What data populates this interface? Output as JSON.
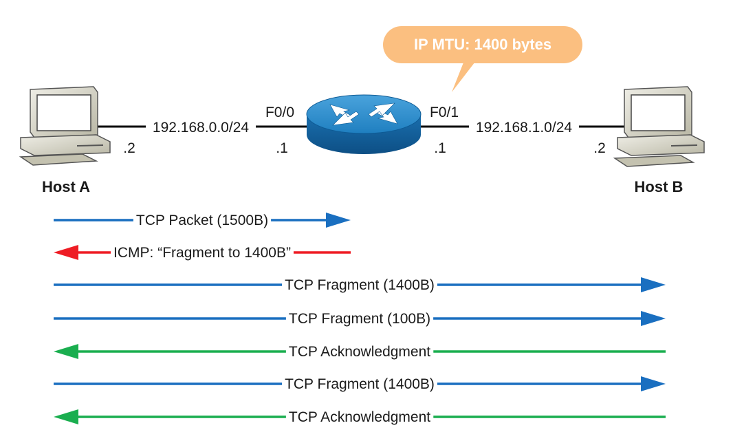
{
  "callout": {
    "text": "IP MTU: 1400 bytes"
  },
  "host_a": {
    "label": "Host A",
    "ip_suffix": ".2"
  },
  "host_b": {
    "label": "Host B",
    "ip_suffix": ".2"
  },
  "link_a": {
    "subnet": "192.168.0.0/24"
  },
  "link_b": {
    "subnet": "192.168.1.0/24"
  },
  "router": {
    "if_left": "F0/0",
    "if_left_ip": ".1",
    "if_right": "F0/1",
    "if_right_ip": ".1"
  },
  "messages": [
    {
      "text": "TCP Packet (1500B)",
      "direction": "right",
      "extent": "to-router",
      "color": "#1a6fc0"
    },
    {
      "text": "ICMP: “Fragment to 1400B”",
      "direction": "left",
      "extent": "to-router",
      "color": "#ee1c24"
    },
    {
      "text": "TCP Fragment (1400B)",
      "direction": "right",
      "extent": "full",
      "color": "#1a6fc0"
    },
    {
      "text": "TCP Fragment (100B)",
      "direction": "right",
      "extent": "full",
      "color": "#1a6fc0"
    },
    {
      "text": "TCP Acknowledgment",
      "direction": "left",
      "extent": "full",
      "color": "#1aae4f"
    },
    {
      "text": "TCP Fragment (1400B)",
      "direction": "right",
      "extent": "full",
      "color": "#1a6fc0"
    },
    {
      "text": "TCP Acknowledgment",
      "direction": "left",
      "extent": "full",
      "color": "#1aae4f"
    }
  ],
  "colors": {
    "callout": "#fbbf80",
    "router": "#1f7fc0",
    "pc": "#d5d3c4"
  }
}
